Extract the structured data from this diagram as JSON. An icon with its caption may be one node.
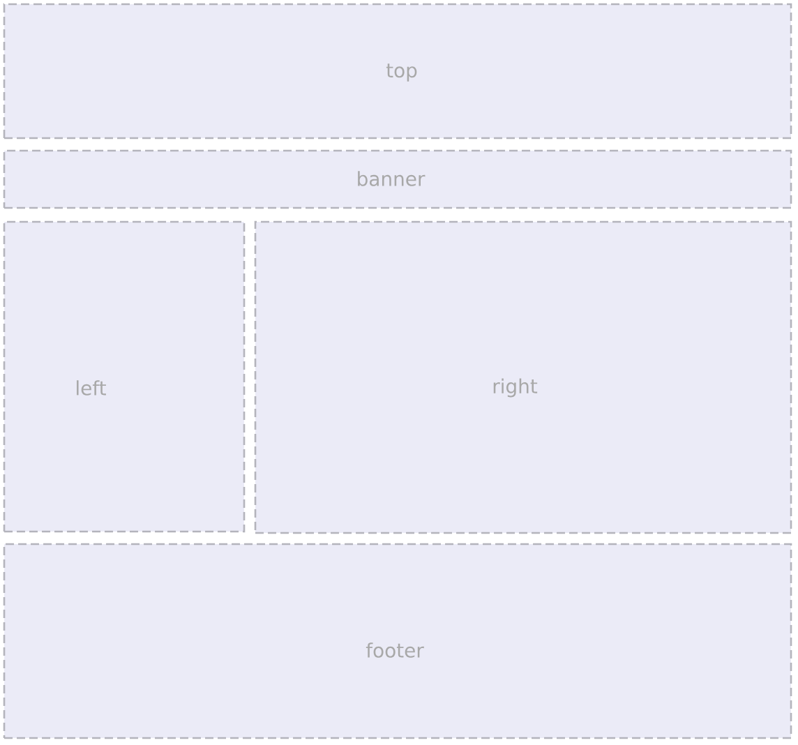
{
  "diagram": {
    "nodes": [
      {
        "text": [
          "top"
        ]
      },
      {
        "text": [
          "banner"
        ]
      },
      {
        "text": [
          "left"
        ]
      },
      {
        "text": [
          "right"
        ]
      },
      {
        "text": [
          "footer"
        ]
      }
    ]
  }
}
